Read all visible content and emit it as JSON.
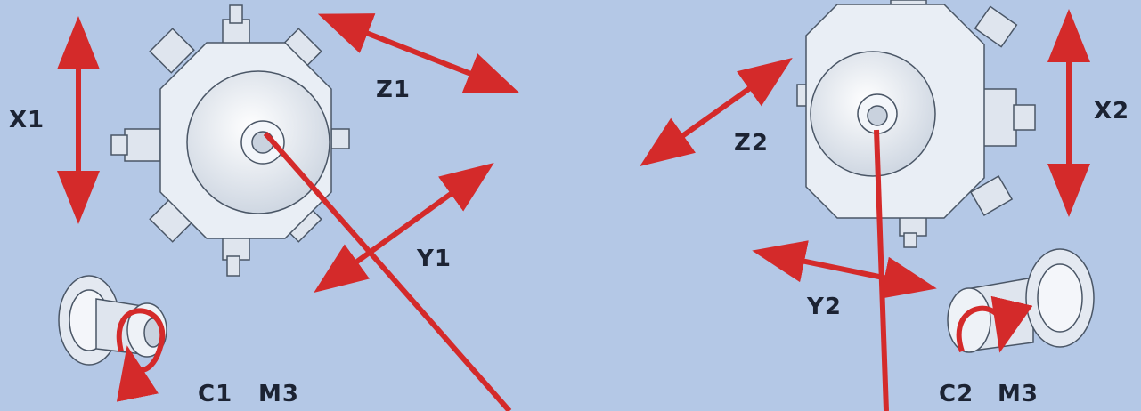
{
  "labels": {
    "x1": "X1",
    "z1": "Z1",
    "y1": "Y1",
    "c1": "C1",
    "m3_left": "M3",
    "z2": "Z2",
    "x2": "X2",
    "y2": "Y2",
    "c2": "C2",
    "m3_right": "M3"
  },
  "colors": {
    "background": "#b4c8e6",
    "arrow": "#d42a2a",
    "machine_body": "#e9eef5",
    "machine_outline": "#4a5666"
  }
}
